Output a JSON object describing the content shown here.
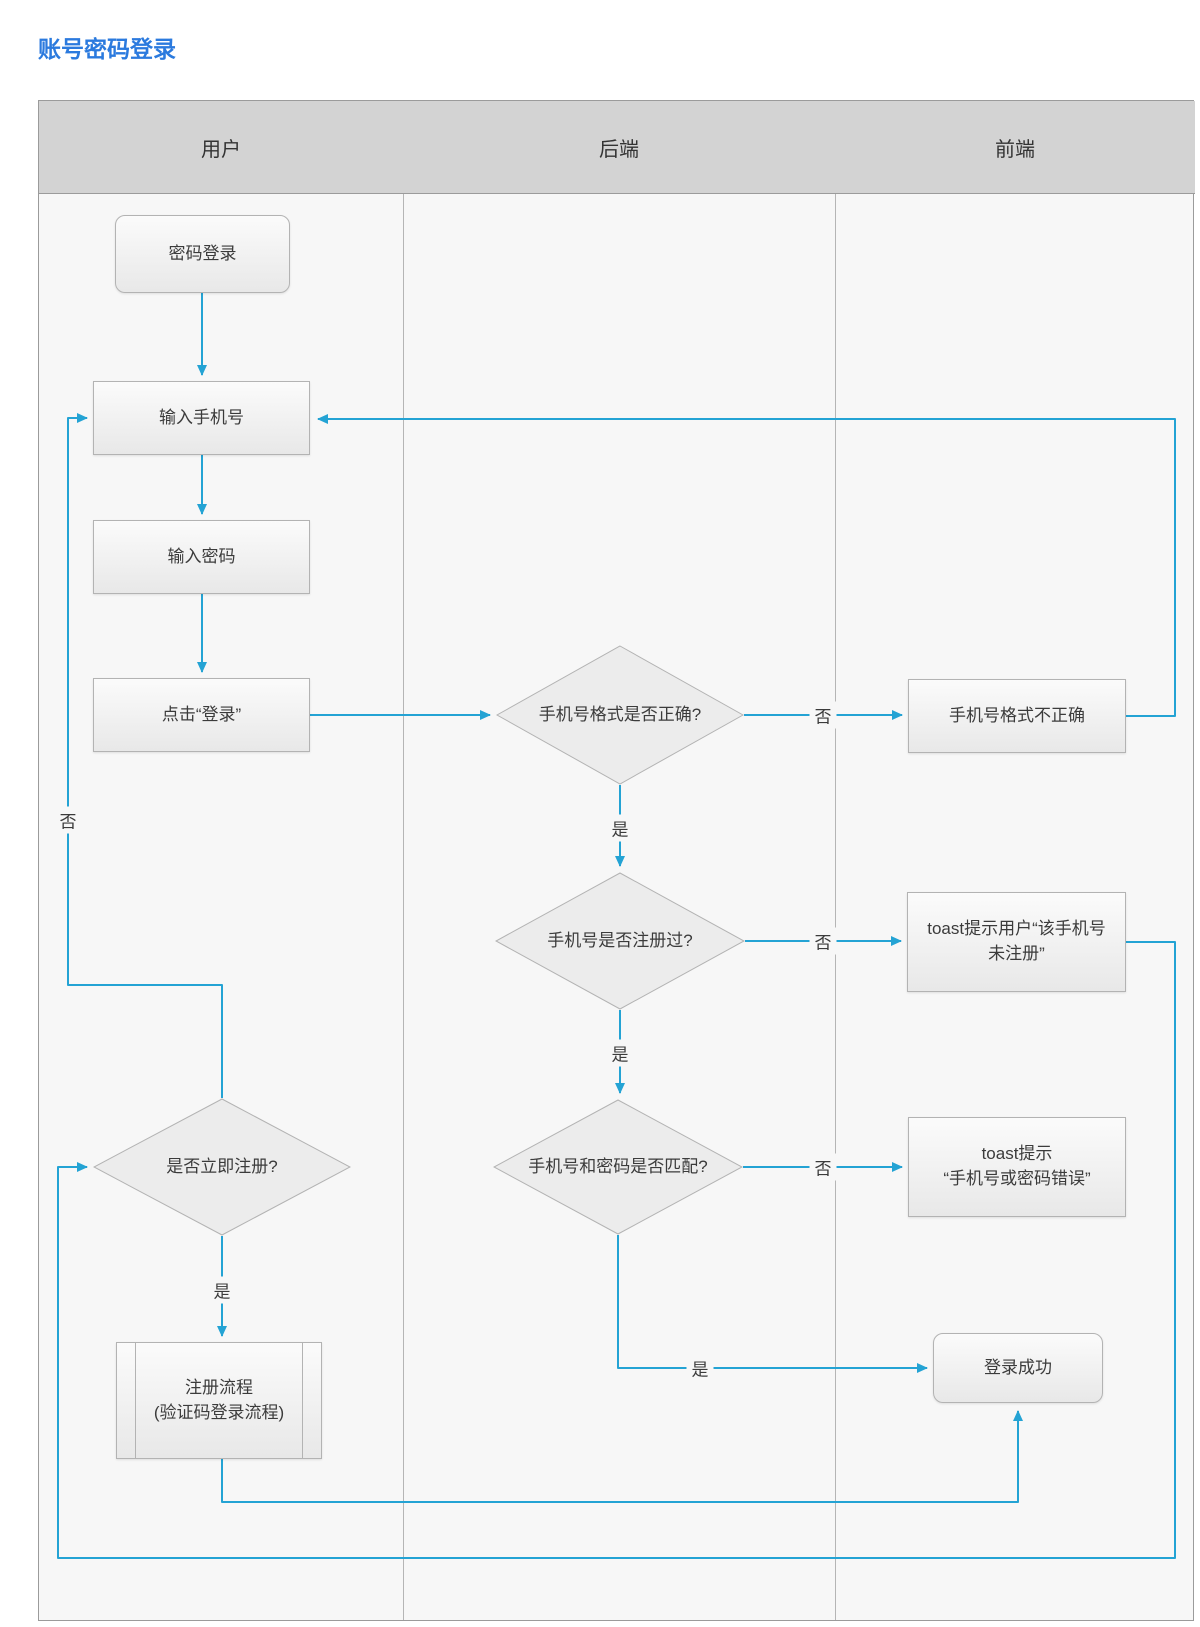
{
  "title": "账号密码登录",
  "colors": {
    "title_blue": "#2b7ade",
    "arrow_blue": "#24a3d4",
    "header_gray": "#d3d3d3",
    "lane_gray": "#f7f7f7"
  },
  "swimlanes": {
    "lanes": [
      {
        "label": "用户"
      },
      {
        "label": "后端"
      },
      {
        "label": "前端"
      }
    ]
  },
  "nodes": {
    "start": {
      "label": "密码登录",
      "type": "rounded-start"
    },
    "enter_phone": {
      "label": "输入手机号",
      "type": "process"
    },
    "enter_password": {
      "label": "输入密码",
      "type": "process"
    },
    "click_login": {
      "label": "点击“登录”",
      "type": "process"
    },
    "check_format": {
      "label": "手机号格式是否正确?",
      "type": "decision"
    },
    "format_incorrect": {
      "label": "手机号格式不正确",
      "type": "process"
    },
    "check_registered": {
      "label": "手机号是否注册过?",
      "type": "decision"
    },
    "toast_unregistered": {
      "label": "toast提示用户“该手机号\n未注册”",
      "type": "process"
    },
    "check_match": {
      "label": "手机号和密码是否匹配?",
      "type": "decision"
    },
    "toast_wrong_password": {
      "label": "toast提示\n“手机号或密码错误”",
      "type": "process"
    },
    "register_decision": {
      "label": "是否立即注册?",
      "type": "decision"
    },
    "register_flow": {
      "label": "注册流程\n(验证码登录流程)",
      "type": "predefined-process"
    },
    "login_success": {
      "label": "登录成功",
      "type": "rounded-end"
    }
  },
  "edge_labels": {
    "yes": "是",
    "no": "否"
  }
}
